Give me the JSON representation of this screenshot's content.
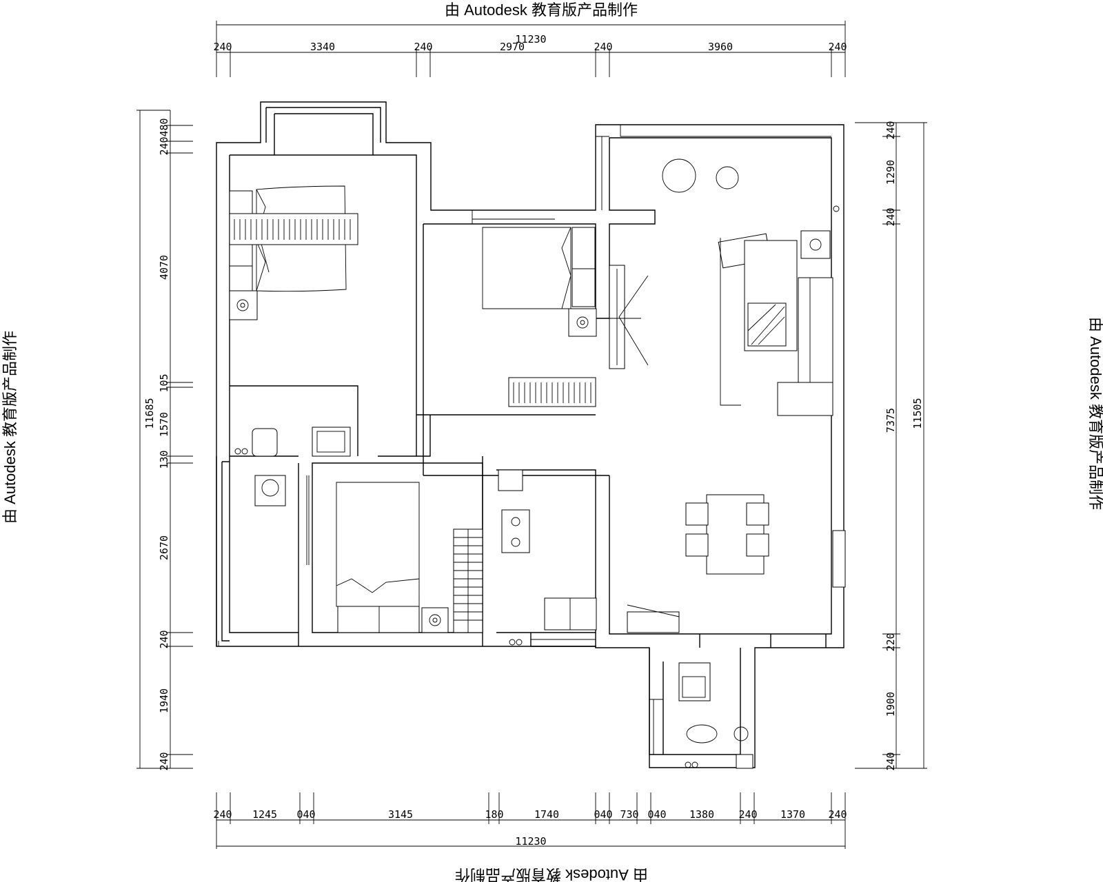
{
  "watermark": "由 Autodesk 教育版产品制作",
  "top_dims": {
    "total": "11230",
    "segments": [
      "240",
      "3340",
      "240",
      "2970",
      "240",
      "3960",
      "240"
    ]
  },
  "bottom_dims": {
    "total": "11230",
    "segments": [
      "240",
      "1245",
      "040",
      "3145",
      "180",
      "1740",
      "040",
      "730",
      "040",
      "1380",
      "240",
      "1370",
      "240"
    ]
  },
  "left_dims": {
    "total": "11685",
    "segments": [
      "480",
      "240",
      "4070",
      "105",
      "1570",
      "130",
      "2670",
      "240",
      "1940",
      "240"
    ]
  },
  "right_dims": {
    "total": "11505",
    "segments": [
      "240",
      "1290",
      "240",
      "7375",
      "220",
      "1900",
      "240"
    ]
  }
}
